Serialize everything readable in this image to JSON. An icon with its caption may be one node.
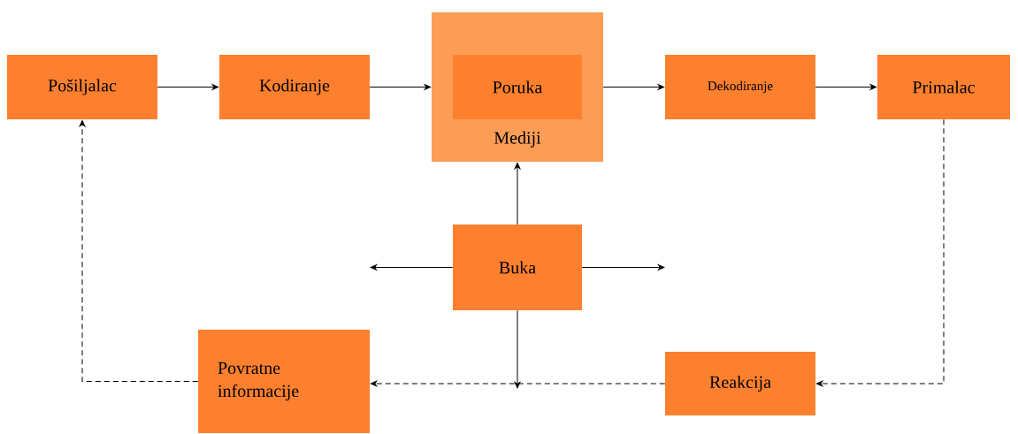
{
  "diagram": {
    "nodes": [
      {
        "text": [
          "Pošiljalac"
        ]
      },
      {
        "text": [
          "Kodiranje"
        ]
      },
      {
        "text": [
          "Mediji"
        ]
      },
      {
        "text": [
          "Poruka"
        ],
        "in": 2
      },
      {
        "text": [
          "Dekodiranje"
        ]
      },
      {
        "text": [
          "Primalac"
        ]
      },
      {
        "text": [
          "Buka"
        ]
      },
      {
        "text": [
          "Povratne informacije"
        ]
      },
      {
        "text": [
          "Reakcija"
        ]
      }
    ],
    "edges": [
      {
        "from": 0,
        "to": 1,
        "arrow": "to"
      },
      {
        "from": 1,
        "to": 2,
        "arrow": "to"
      },
      {
        "from": 2,
        "to": 4,
        "arrow": "to"
      },
      {
        "from": 4,
        "to": 5,
        "arrow": "to"
      },
      {
        "from": 6,
        "to": 2,
        "arrow": "to"
      },
      {
        "from": 6,
        "to": null,
        "arrow": "to"
      },
      {
        "from": 6,
        "to": null,
        "arrow": "to"
      },
      {
        "from": 6,
        "to": null,
        "arrow": "to"
      },
      {
        "from": 5,
        "to": 8,
        "arrow": "to",
        "style": "dashed"
      },
      {
        "from": 8,
        "to": 7,
        "arrow": "to",
        "style": "dashed"
      },
      {
        "from": 7,
        "to": 0,
        "arrow": "to",
        "style": "dashed"
      }
    ]
  }
}
